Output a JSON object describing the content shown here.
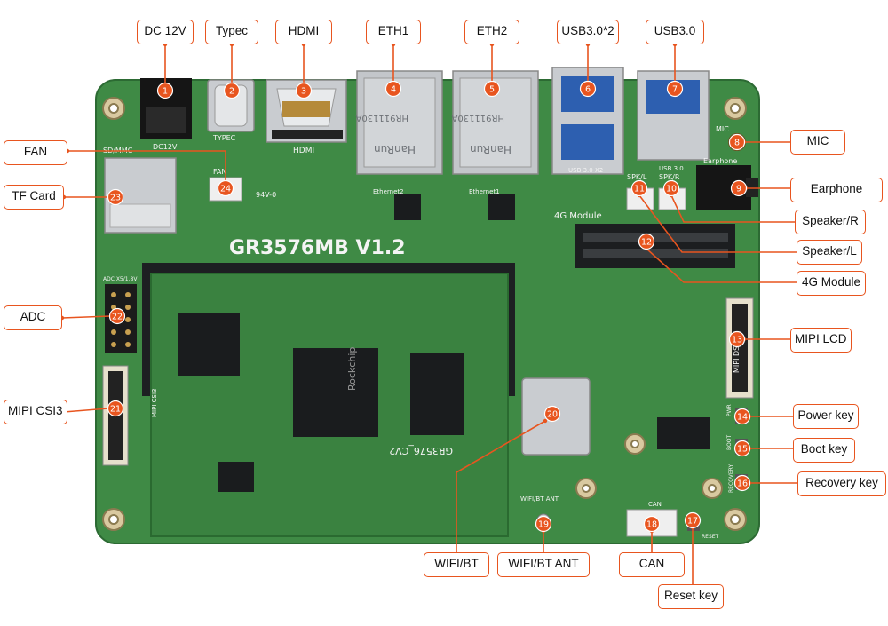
{
  "board": {
    "model": "GR3576MB V1.2",
    "core_module": "GR3576_CV2",
    "soc_brand": "Rockchip",
    "silk": {
      "sd_mmc": "SD/MMC",
      "dc12v": "DC12V",
      "typec": "TYPEC",
      "hdmi": "HDMI",
      "ethernet2": "Ethernet2",
      "ethernet1": "Ethernet1",
      "usb30_x2": "USB 3.0  X2",
      "usb30": "USB 3.0",
      "mic": "MIC",
      "earphone": "Earphone",
      "spk_l": "SPK/L",
      "spk_r": "SPK/R",
      "module_4g": "4G Module",
      "fan": "FAN",
      "adc": "ADC X5/1.8V",
      "mipi_dsi": "MIPI DSI",
      "mipi_csi": "MIPI CSI3",
      "wifi_ant": "WIFI/BT ANT",
      "can": "CAN",
      "pwr": "PWR",
      "boot": "BOOT",
      "recovery": "RECOVERY",
      "reset": "RESET",
      "magjack_part": "HR911130A",
      "magjack_brand": "HanRun",
      "rating": "94V-0"
    }
  },
  "callouts": [
    {
      "n": "1",
      "label": "DC 12V"
    },
    {
      "n": "2",
      "label": "Typec"
    },
    {
      "n": "3",
      "label": "HDMI"
    },
    {
      "n": "4",
      "label": "ETH1"
    },
    {
      "n": "5",
      "label": "ETH2"
    },
    {
      "n": "6",
      "label": "USB3.0*2"
    },
    {
      "n": "7",
      "label": "USB3.0"
    },
    {
      "n": "8",
      "label": "MIC"
    },
    {
      "n": "9",
      "label": "Earphone"
    },
    {
      "n": "10",
      "label": "Speaker/R"
    },
    {
      "n": "11",
      "label": "Speaker/L"
    },
    {
      "n": "12",
      "label": "4G Module"
    },
    {
      "n": "13",
      "label": "MIPI LCD"
    },
    {
      "n": "14",
      "label": "Power key"
    },
    {
      "n": "15",
      "label": "Boot key"
    },
    {
      "n": "16",
      "label": "Recovery key"
    },
    {
      "n": "17",
      "label": "Reset key"
    },
    {
      "n": "18",
      "label": "CAN"
    },
    {
      "n": "19",
      "label": "WIFI/BT ANT"
    },
    {
      "n": "20",
      "label": "WIFI/BT"
    },
    {
      "n": "21",
      "label": "MIPI CSI3"
    },
    {
      "n": "22",
      "label": "ADC"
    },
    {
      "n": "23",
      "label": "TF Card"
    },
    {
      "n": "24",
      "label": "FAN"
    }
  ],
  "colors": {
    "pcb": "#3f8a45",
    "pcb_dark": "#2f6f36",
    "accent": "#e8551f",
    "metal": "#c9ccd0",
    "chip": "#1a1c1e"
  }
}
